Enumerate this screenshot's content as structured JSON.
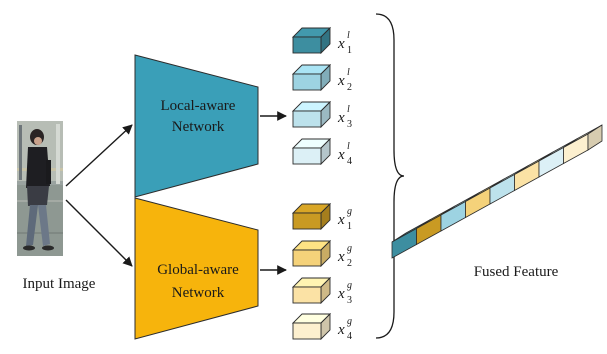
{
  "input": {
    "caption": "Input Image"
  },
  "local_network": {
    "line1": "Local-aware",
    "line2": "Network",
    "color": "#3a9fb8"
  },
  "global_network": {
    "line1": "Global-aware",
    "line2": "Network",
    "color": "#f7b40c"
  },
  "local_features": [
    {
      "base": "x",
      "sup": "l",
      "sub": "1",
      "color": "#3d8ea0"
    },
    {
      "base": "x",
      "sup": "l",
      "sub": "2",
      "color": "#9dd3e2"
    },
    {
      "base": "x",
      "sup": "l",
      "sub": "3",
      "color": "#bde2ec"
    },
    {
      "base": "x",
      "sup": "l",
      "sub": "4",
      "color": "#dcf0f6"
    }
  ],
  "global_features": [
    {
      "base": "x",
      "sup": "g",
      "sub": "1",
      "color": "#c99a23"
    },
    {
      "base": "x",
      "sup": "g",
      "sub": "2",
      "color": "#f5d27a"
    },
    {
      "base": "x",
      "sup": "g",
      "sub": "3",
      "color": "#fbe2a5"
    },
    {
      "base": "x",
      "sup": "g",
      "sub": "4",
      "color": "#fdf0cf"
    }
  ],
  "fused": {
    "caption": "Fused Feature",
    "segment_colors": [
      "#3d8ea0",
      "#c99a23",
      "#9dd3e2",
      "#f5d27a",
      "#bde2ec",
      "#fbe2a5",
      "#dcf0f6",
      "#fdf0cf"
    ]
  }
}
